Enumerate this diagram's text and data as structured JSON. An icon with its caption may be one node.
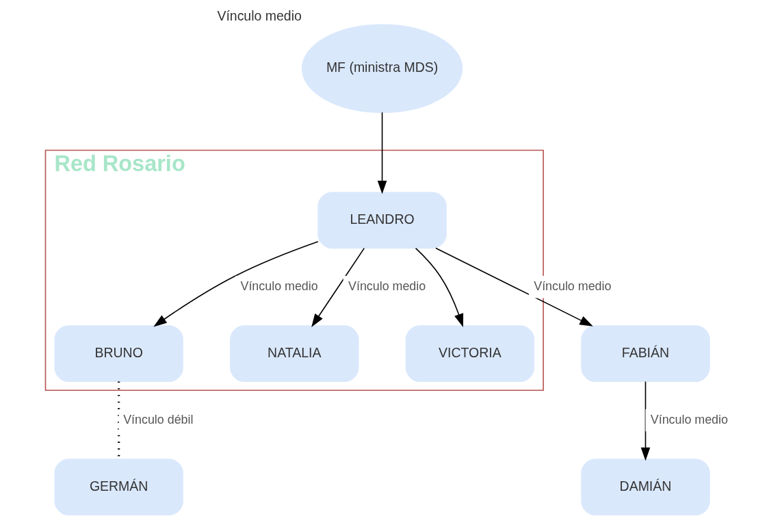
{
  "diagram": {
    "nodes": [
      {
        "text": [
          "MF (ministra MDS)"
        ],
        "beside": [
          "Vínculo medio"
        ]
      },
      {
        "text": [
          "Red Rosario"
        ]
      },
      {
        "text": [
          "LEANDRO"
        ],
        "in": 1
      },
      {
        "text": [
          "BRUNO"
        ],
        "in": 1
      },
      {
        "text": [
          "NATALIA"
        ],
        "in": 1
      },
      {
        "text": [
          "VICTORIA"
        ],
        "in": 1
      },
      {
        "text": [
          "FABIÁN"
        ]
      },
      {
        "text": [
          "GERMÁN"
        ]
      },
      {
        "text": [
          "DAMIÁN"
        ]
      }
    ],
    "edges": [
      {
        "from": 0,
        "to": 2,
        "arrow": "to"
      },
      {
        "from": 2,
        "to": 3,
        "arrow": "to",
        "label": "Vínculo medio"
      },
      {
        "from": 2,
        "to": 4,
        "arrow": "to",
        "label": "Vínculo medio"
      },
      {
        "from": 2,
        "to": 5,
        "arrow": "to"
      },
      {
        "from": 2,
        "to": 6,
        "arrow": "to",
        "label": "Vínculo medio"
      },
      {
        "from": 3,
        "to": 7,
        "arrow": "none",
        "style": "dashed",
        "label": "Vínculo débil"
      },
      {
        "from": 6,
        "to": 8,
        "arrow": "to",
        "label": "Vínculo medio"
      }
    ]
  }
}
